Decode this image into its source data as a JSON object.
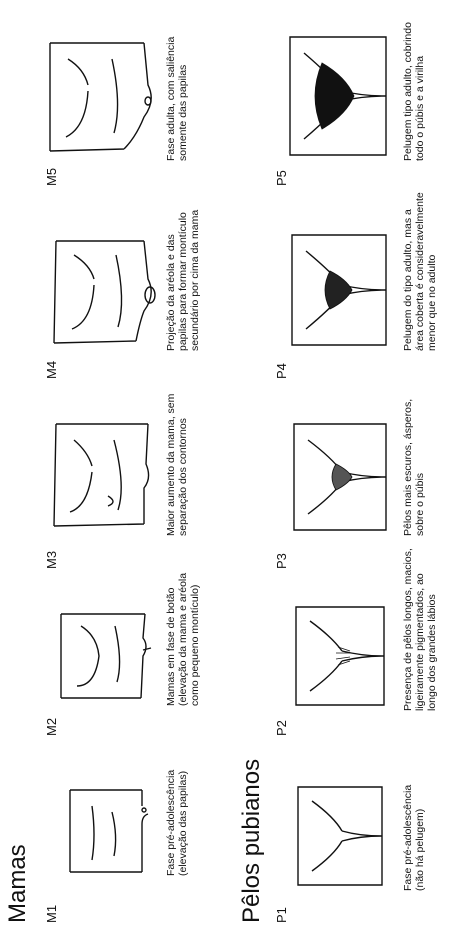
{
  "sections": {
    "breasts": {
      "title": "Mamas",
      "stages": [
        {
          "label": "M1",
          "caption": [
            "Fase pré-adolescência",
            "(elevação das papilas)"
          ]
        },
        {
          "label": "M2",
          "caption": [
            "Mamas em fase de botão",
            "(elevação da mama e aréola",
            "como pequeno montículo)"
          ]
        },
        {
          "label": "M3",
          "caption": [
            "Maior aumento da mama, sem",
            "separação dos contornos"
          ]
        },
        {
          "label": "M4",
          "caption": [
            "Projeção da aréola e das",
            "papilas para formar montículo",
            "secundário por cima da mama"
          ]
        },
        {
          "label": "M5",
          "caption": [
            "Fase adulta, com saliência",
            "somente das papilas"
          ]
        }
      ]
    },
    "pubic": {
      "title": "Pêlos pubianos",
      "stages": [
        {
          "label": "P1",
          "caption": [
            "Fase pré-adolescência",
            "(não há pelugem)"
          ]
        },
        {
          "label": "P2",
          "caption": [
            "Presença de pêlos longos, macios,",
            "ligeiramente pigmentados, ao",
            "longo dos grandes lábios"
          ]
        },
        {
          "label": "P3",
          "caption": [
            "Pêlos mais escuros, ásperos,",
            "sobre o púbis"
          ]
        },
        {
          "label": "P4",
          "caption": [
            "Pelugem do tipo adulto, mas a",
            "área coberta é consideravelmente",
            "menor que no adulto"
          ]
        },
        {
          "label": "P5",
          "caption": [
            "Pelugem tipo adulto, cobrindo",
            "todo o púbis e a virilha"
          ]
        }
      ]
    }
  }
}
